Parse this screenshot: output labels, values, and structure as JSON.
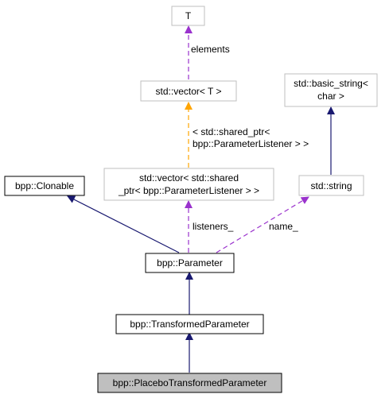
{
  "diagram": {
    "nodes": {
      "t": "T",
      "vector_t": "std::vector< T >",
      "basic_string_line1": "std::basic_string<",
      "basic_string_line2": "char >",
      "clonable": "bpp::Clonable",
      "vector_listener_line1": "std::vector< std::shared",
      "vector_listener_line2": "_ptr< bpp::ParameterListener > >",
      "string": "std::string",
      "parameter": "bpp::Parameter",
      "transformed_parameter": "bpp::TransformedParameter",
      "placebo_transformed_parameter": "bpp::PlaceboTransformedParameter"
    },
    "edge_labels": {
      "elements": "elements",
      "template_line1": "< std::shared_ptr<",
      "template_line2": "bpp::ParameterListener > >",
      "listeners": "listeners_",
      "name": "name_"
    },
    "colors": {
      "inheritance": "#191970",
      "usage": "#9a32cd",
      "template": "#ffa500",
      "border_gray": "#bfbfbf",
      "border_black": "#000000",
      "highlight_fill": "#bfbfbf"
    }
  }
}
